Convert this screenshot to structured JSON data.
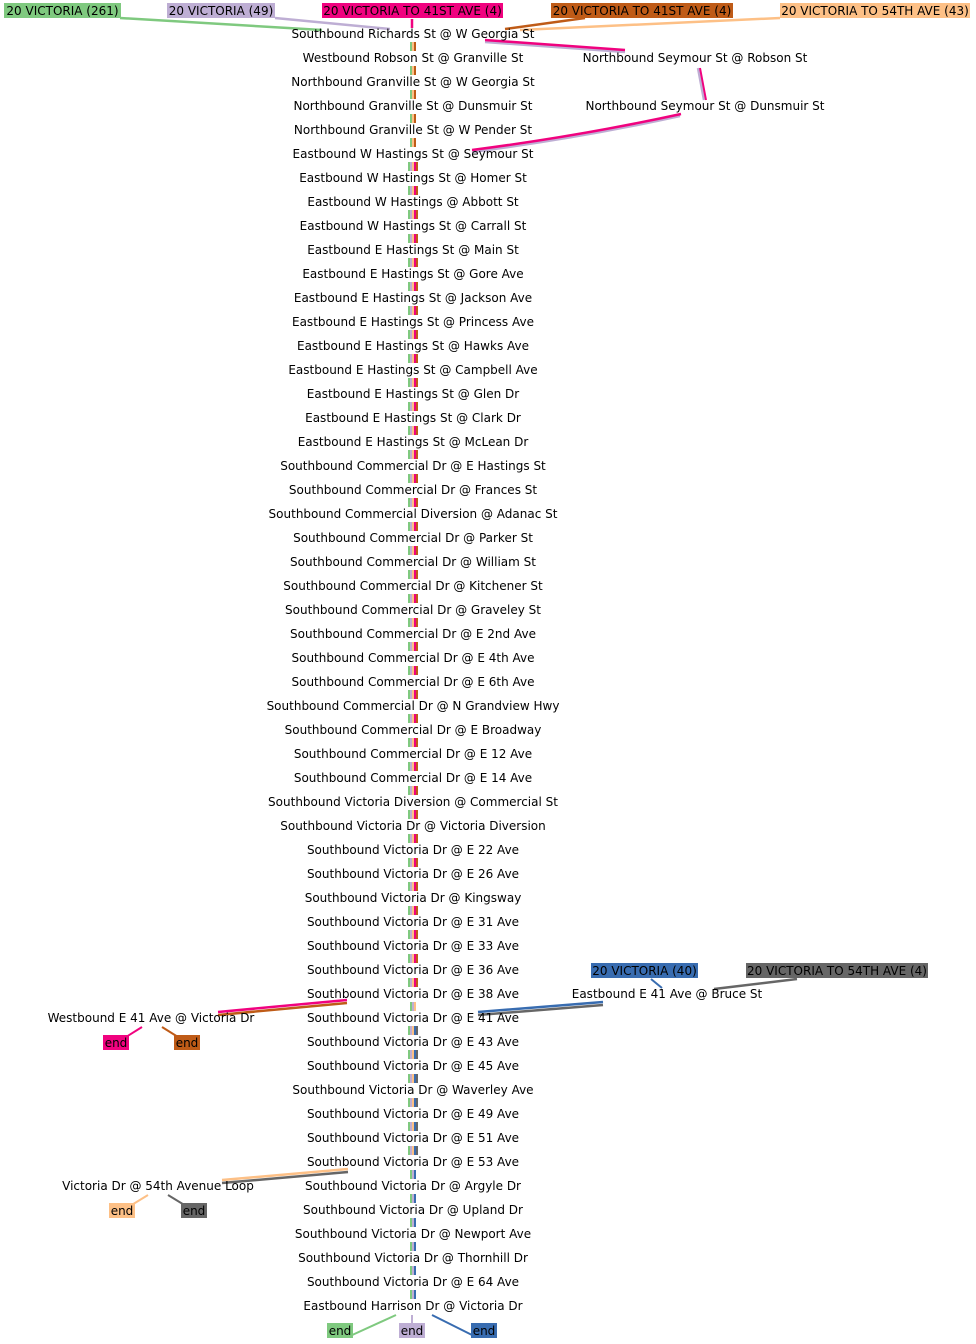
{
  "colors": {
    "green": "#7fc97f",
    "purple": "#beaed4",
    "orange": "#fdc086",
    "pink": "#f0027f",
    "brown": "#bf5b17",
    "blue": "#386cb0",
    "grey": "#666666"
  },
  "routes": {
    "green": "20 VICTORIA (261)",
    "purple": "20 VICTORIA (49)",
    "pink": "20 VICTORIA TO 41ST AVE (4)",
    "brown": "20 VICTORIA TO 41ST AVE (4)",
    "orange": "20 VICTORIA TO 54TH AVE (43)",
    "blue": "20 VICTORIA (40)",
    "grey": "20 VICTORIA TO 54TH AVE (4)"
  },
  "end_label": "end",
  "main_stops": [
    "Southbound Richards St @ W Georgia St",
    "Westbound Robson St @ Granville St",
    "Northbound Granville St @ W Georgia St",
    "Northbound Granville St @ Dunsmuir St",
    "Northbound Granville St @ W Pender St",
    "Eastbound W Hastings St @ Seymour St",
    "Eastbound W Hastings St @ Homer St",
    "Eastbound W Hastings @ Abbott St",
    "Eastbound W Hastings St @ Carrall St",
    "Eastbound E Hastings St @ Main St",
    "Eastbound E Hastings St @ Gore Ave",
    "Eastbound E Hastings St @ Jackson Ave",
    "Eastbound E Hastings St @ Princess Ave",
    "Eastbound E Hastings St @ Hawks Ave",
    "Eastbound E Hastings St @ Campbell Ave",
    "Eastbound E Hastings St @ Glen Dr",
    "Eastbound E Hastings St @ Clark Dr",
    "Eastbound E Hastings St @ McLean Dr",
    "Southbound Commercial Dr @ E Hastings St",
    "Southbound Commercial Dr @ Frances St",
    "Southbound Commercial Diversion @ Adanac St",
    "Southbound Commercial Dr @ Parker St",
    "Southbound Commercial Dr @ William St",
    "Southbound Commercial Dr @ Kitchener St",
    "Southbound Commercial Dr @ Graveley St",
    "Southbound Commercial Dr @ E 2nd Ave",
    "Southbound Commercial Dr @ E 4th Ave",
    "Southbound Commercial Dr @ E 6th Ave",
    "Southbound Commercial Dr @ N Grandview Hwy",
    "Southbound Commercial Dr @ E Broadway",
    "Southbound Commercial Dr @ E 12 Ave",
    "Southbound Commercial Dr @ E 14 Ave",
    "Southbound Victoria Diversion @ Commercial St",
    "Southbound Victoria Dr @ Victoria Diversion",
    "Southbound Victoria Dr @ E 22 Ave",
    "Southbound Victoria Dr @ E 26 Ave",
    "Southbound Victoria Dr @ Kingsway",
    "Southbound Victoria Dr @ E 31 Ave",
    "Southbound Victoria Dr @ E 33 Ave",
    "Southbound Victoria Dr @ E 36 Ave",
    "Southbound Victoria Dr @ E 38 Ave",
    "Southbound Victoria Dr @ E 41 Ave",
    "Southbound Victoria Dr @ E 43 Ave",
    "Southbound Victoria Dr @ E 45 Ave",
    "Southbound Victoria Dr @ Waverley Ave",
    "Southbound Victoria Dr @ E 49 Ave",
    "Southbound Victoria Dr @ E 51 Ave",
    "Southbound Victoria Dr @ E 53 Ave",
    "Southbound Victoria Dr @ Argyle Dr",
    "Southbound Victoria Dr @ Upland Dr",
    "Southbound Victoria Dr @ Newport Ave",
    "Southbound Victoria Dr @ Thornhill Dr",
    "Southbound Victoria Dr @ E 64 Ave",
    "Eastbound Harrison Dr @ Victoria Dr"
  ],
  "side_stops": {
    "seymour_robson": "Northbound Seymour St @ Robson St",
    "seymour_dunsmuir": "Northbound Seymour St @ Dunsmuir St",
    "e41_victoria": "Westbound E 41 Ave @ Victoria Dr",
    "e41_bruce": "Eastbound E 41 Ave @ Bruce St",
    "loop_54th": "Victoria Dr @ 54th Avenue Loop"
  }
}
